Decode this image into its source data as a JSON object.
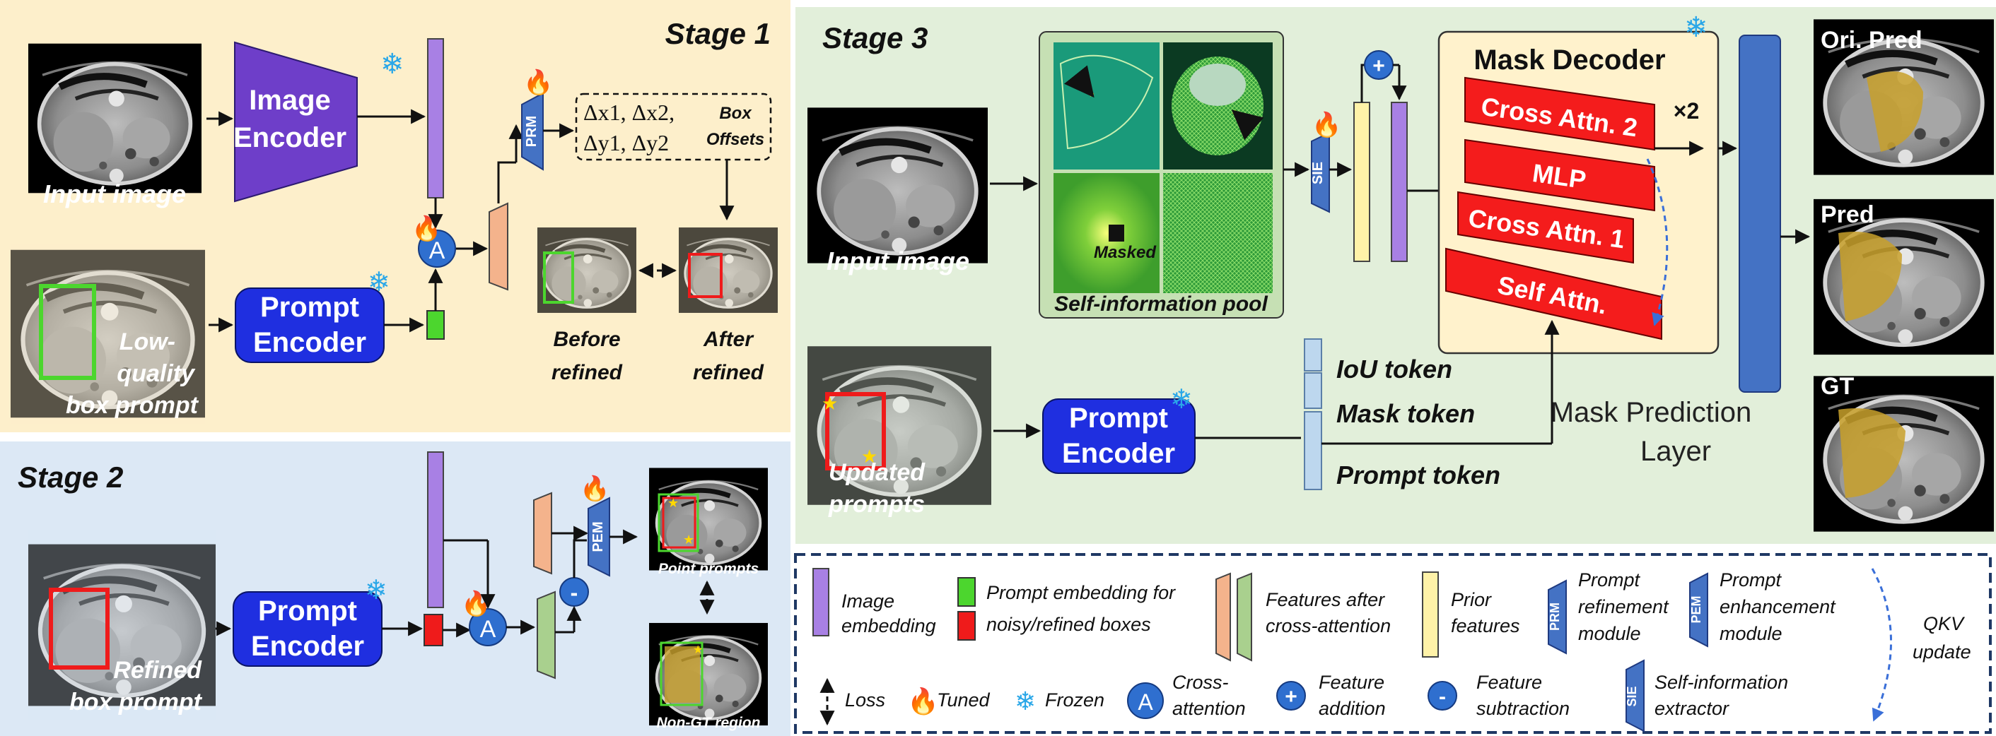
{
  "stage1": {
    "title": "Stage 1",
    "input_caption": "Input image",
    "image_encoder": [
      "Image",
      "Encoder"
    ],
    "prompt_encoder": [
      "Prompt",
      "Encoder"
    ],
    "box_caption": [
      "Low-",
      "quality",
      "box prompt"
    ],
    "prm": "PRM",
    "attn": "A",
    "offsets_math": [
      "Δx1, Δx2,",
      "Δy1, Δy2"
    ],
    "offsets_label": [
      "Box",
      "Offsets"
    ],
    "before": [
      "Before",
      "refined"
    ],
    "after": [
      "After",
      "refined"
    ]
  },
  "stage2": {
    "title": "Stage 2",
    "box_caption": [
      "Refined",
      "box prompt"
    ],
    "prompt_encoder": [
      "Prompt",
      "Encoder"
    ],
    "attn": "A",
    "minus": "-",
    "pem": "PEM",
    "point_caption": "Point prompts",
    "nongt_caption": "Non-GT region"
  },
  "stage3": {
    "title": "Stage 3",
    "input_caption": "Input image",
    "masked": "Masked",
    "pool_caption": "Self-information pool",
    "sie": "SIE",
    "plus": "+",
    "decoder_title": "Mask Decoder",
    "times": "×2",
    "blocks": [
      "Cross Attn. 2",
      "MLP",
      "Cross Attn. 1",
      "Self Attn."
    ],
    "updated_caption": [
      "Updated",
      "prompts"
    ],
    "prompt_encoder": [
      "Prompt",
      "Encoder"
    ],
    "tokens": [
      "IoU token",
      "Mask token",
      "Prompt token"
    ],
    "mpl": [
      "Mask Prediction",
      "Layer"
    ],
    "outputs": [
      "Ori. Pred",
      "Pred",
      "GT"
    ]
  },
  "legend": {
    "image_embedding": [
      "Image",
      "embedding"
    ],
    "prompt_embedding": [
      "Prompt embedding for",
      "noisy/refined boxes"
    ],
    "features_after": [
      "Features after",
      "cross-attention"
    ],
    "prior": [
      "Prior",
      "features"
    ],
    "prm_tag": "PRM",
    "prm_text": [
      "Prompt",
      "refinement",
      "module"
    ],
    "pem_tag": "PEM",
    "pem_text": [
      "Prompt",
      "enhancement",
      "module"
    ],
    "qkv": [
      "QKV",
      "update"
    ],
    "loss": "Loss",
    "tuned": "Tuned",
    "frozen": "Frozen",
    "attn_sym": "A",
    "cross_attn": [
      "Cross-",
      "attention"
    ],
    "plus_sym": "+",
    "feature_add": [
      "Feature",
      "addition"
    ],
    "minus_sym": "-",
    "feature_sub": [
      "Feature",
      "subtraction"
    ],
    "sie_tag": "SIE",
    "sie_text": [
      "Self-information",
      "extractor"
    ]
  },
  "colors": {
    "stage1_bg": "#fdefcb",
    "stage2_bg": "#dce8f5",
    "stage3_bg": "#e2efda",
    "image_encoder": "#6e3ec9",
    "prompt_encoder": "#1f2fe0",
    "image_embedding": "#a880e4",
    "green_box": "#4cd62e",
    "red_box": "#ef1b1b",
    "cross_attn_feature": "#f4b38c",
    "cross_attn_feature_green": "#a9d08e",
    "prior_feature": "#fff2a8",
    "module_tag": "#4472c4",
    "decoder_block": "#f41c1c",
    "mask_prediction_layer": "#4472c4",
    "token": "#bdd7ee",
    "liver_overlay": "#c8a02a"
  }
}
